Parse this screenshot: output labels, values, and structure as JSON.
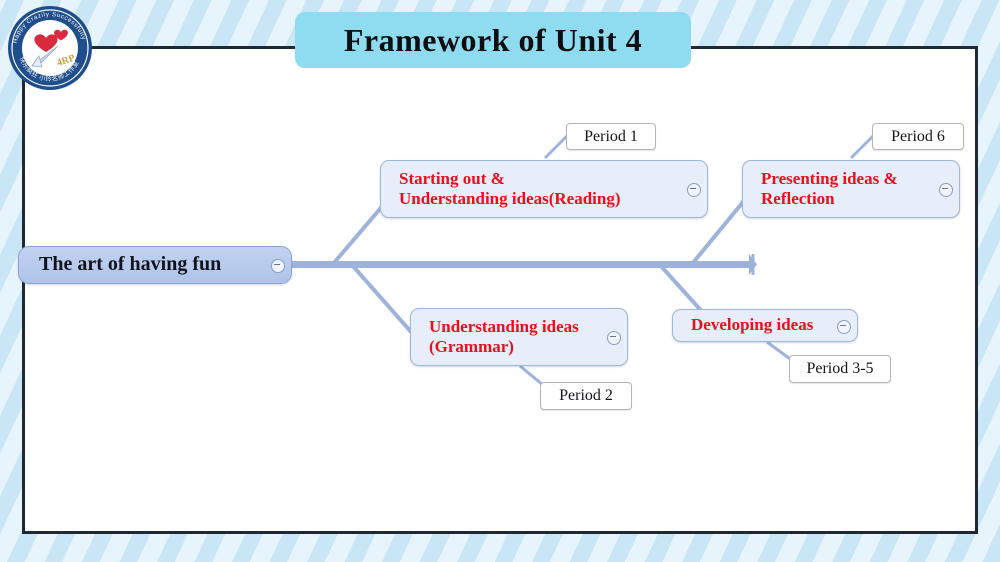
{
  "slide": {
    "title": "Framework of Unit 4",
    "title_bg": "#8fdcf0",
    "canvas_bg": "#ffffff",
    "background_color": "#c9e6f7"
  },
  "logo": {
    "name": "happy-crazily-successfully-badge",
    "outer_text": "Happy Crazily  Successfully",
    "bottom_text": "快乐疯狂 小玲名师工作室",
    "initials": "4RP",
    "ring_color": "#1f4e8c",
    "heart_color": "#d92b3d"
  },
  "diagram": {
    "type": "fishbone",
    "spine_color": "#9db3dc",
    "accent_text_color": "#e8101b",
    "root": {
      "label": "The art of having fun",
      "collapse_icon": "minus-circle-icon"
    },
    "branches": [
      {
        "id": "starting-out",
        "label": "Starting out &\nUnderstanding ideas(Reading)",
        "line1": "Starting out &",
        "line2": "Understanding ideas(Reading)",
        "position": "upper-left",
        "period": "Period 1",
        "collapse_icon": "minus-circle-icon"
      },
      {
        "id": "presenting-ideas",
        "label": "Presenting ideas &\nReflection",
        "line1": "Presenting ideas &",
        "line2": "Reflection",
        "position": "upper-right",
        "period": "Period 6",
        "collapse_icon": "minus-circle-icon"
      },
      {
        "id": "understanding-ideas-grammar",
        "label": "Understanding ideas\n(Grammar)",
        "line1": "Understanding ideas",
        "line2": "(Grammar)",
        "position": "lower-left",
        "period": "Period 2",
        "collapse_icon": "minus-circle-icon"
      },
      {
        "id": "developing-ideas",
        "label": "Developing ideas",
        "line1": "Developing ideas",
        "line2": "",
        "position": "lower-right",
        "period": "Period 3-5",
        "collapse_icon": "minus-circle-icon"
      }
    ],
    "periods": [
      {
        "id": "period-1",
        "label": "Period 1"
      },
      {
        "id": "period-6",
        "label": "Period 6"
      },
      {
        "id": "period-2",
        "label": "Period 2"
      },
      {
        "id": "period-35",
        "label": "Period 3-5"
      }
    ]
  }
}
